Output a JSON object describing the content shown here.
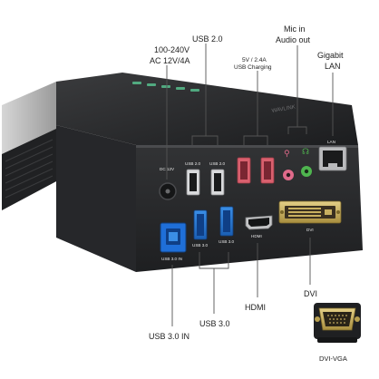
{
  "callouts": {
    "power_line1": "100-240V",
    "power_line2": "AC 12V/4A",
    "usb2": "USB 2.0",
    "charging_line1": "5V / 2.4A",
    "charging_line2": "USB Charging",
    "audio_line1": "Mic in",
    "audio_line2": "Audio out",
    "lan_line1": "Gigabit",
    "lan_line2": "LAN",
    "dvi": "DVI",
    "hdmi": "HDMI",
    "usb3": "USB 3.0",
    "usb3_in": "USB 3.0 IN",
    "dvi_vga": "DVI-VGA"
  },
  "port_labels": {
    "dc": "DC 12V",
    "usb2_a": "USB 2.0",
    "usb2_b": "USB 2.0",
    "usb3_a": "USB 3.0",
    "usb3_b": "USB 3.0",
    "usb3_in": "USB 3.0 IN",
    "hdmi": "HDMI",
    "dvi": "DVI",
    "lan": "LAN"
  },
  "colors": {
    "body": "#2b2c2e",
    "usb3_port": "#2a78d2",
    "usb3_in_port": "#1f6fd8",
    "charging_port": "#d9606e",
    "mic_jack": "#e06a8a",
    "audio_jack": "#4fb54f",
    "dvi_gold": "#c8b060"
  }
}
